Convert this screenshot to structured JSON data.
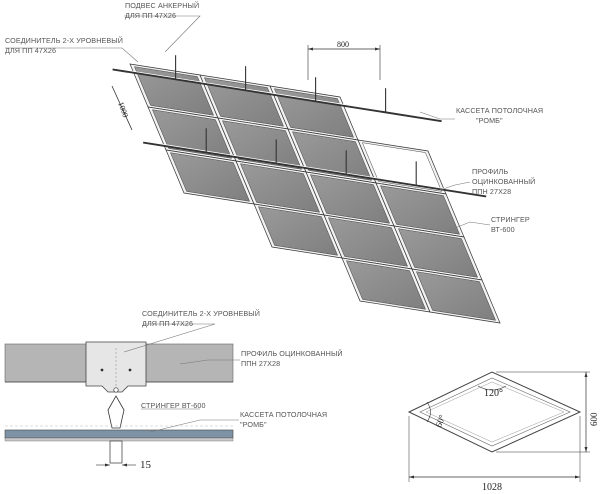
{
  "labels": {
    "hanger": [
      "ПОДВЕС АНКЕРНЫЙ",
      "ДЛЯ ПП 47X26"
    ],
    "connector_top": [
      "СОЕДИНИТЕЛЬ 2-Х УРОВНЕВЫЙ",
      "ДЛЯ ПП 47X26"
    ],
    "cassette_top": [
      "КАССЕТА ПОТОЛОЧНАЯ",
      "\"РОМБ\""
    ],
    "profile_top": [
      "ПРОФИЛЬ",
      "ОЦИНКОВАННЫЙ",
      "ППН 27X28"
    ],
    "stringer_top": [
      "СТРИНГЕР",
      "ВТ-600"
    ],
    "connector_bottom": [
      "СОЕДИНИТЕЛЬ 2-Х УРОВНЕВЫЙ",
      "ДЛЯ ПП 47X26"
    ],
    "profile_bottom": [
      "ПРОФИЛЬ ОЦИНКОВАННЫЙ",
      "ППН 27X28"
    ],
    "stringer_bottom": "СТРИНГЕР ВТ-600",
    "cassette_bottom": [
      "КАССЕТА ПОТОЛОЧНАЯ",
      "\"РОМБ\""
    ]
  },
  "dimensions": {
    "span_800": "800",
    "span_1000": "1000",
    "gap_15": "15",
    "angle_120": "120°",
    "angle_60": "60°",
    "height_600": "600",
    "width_1028": "1028"
  },
  "colors": {
    "panel": "#8c8c8c",
    "frame": "#f0f0f0",
    "outline": "#333333",
    "profile_fill": "#b5b5b5",
    "cassette_blue": "#7e93a6"
  }
}
